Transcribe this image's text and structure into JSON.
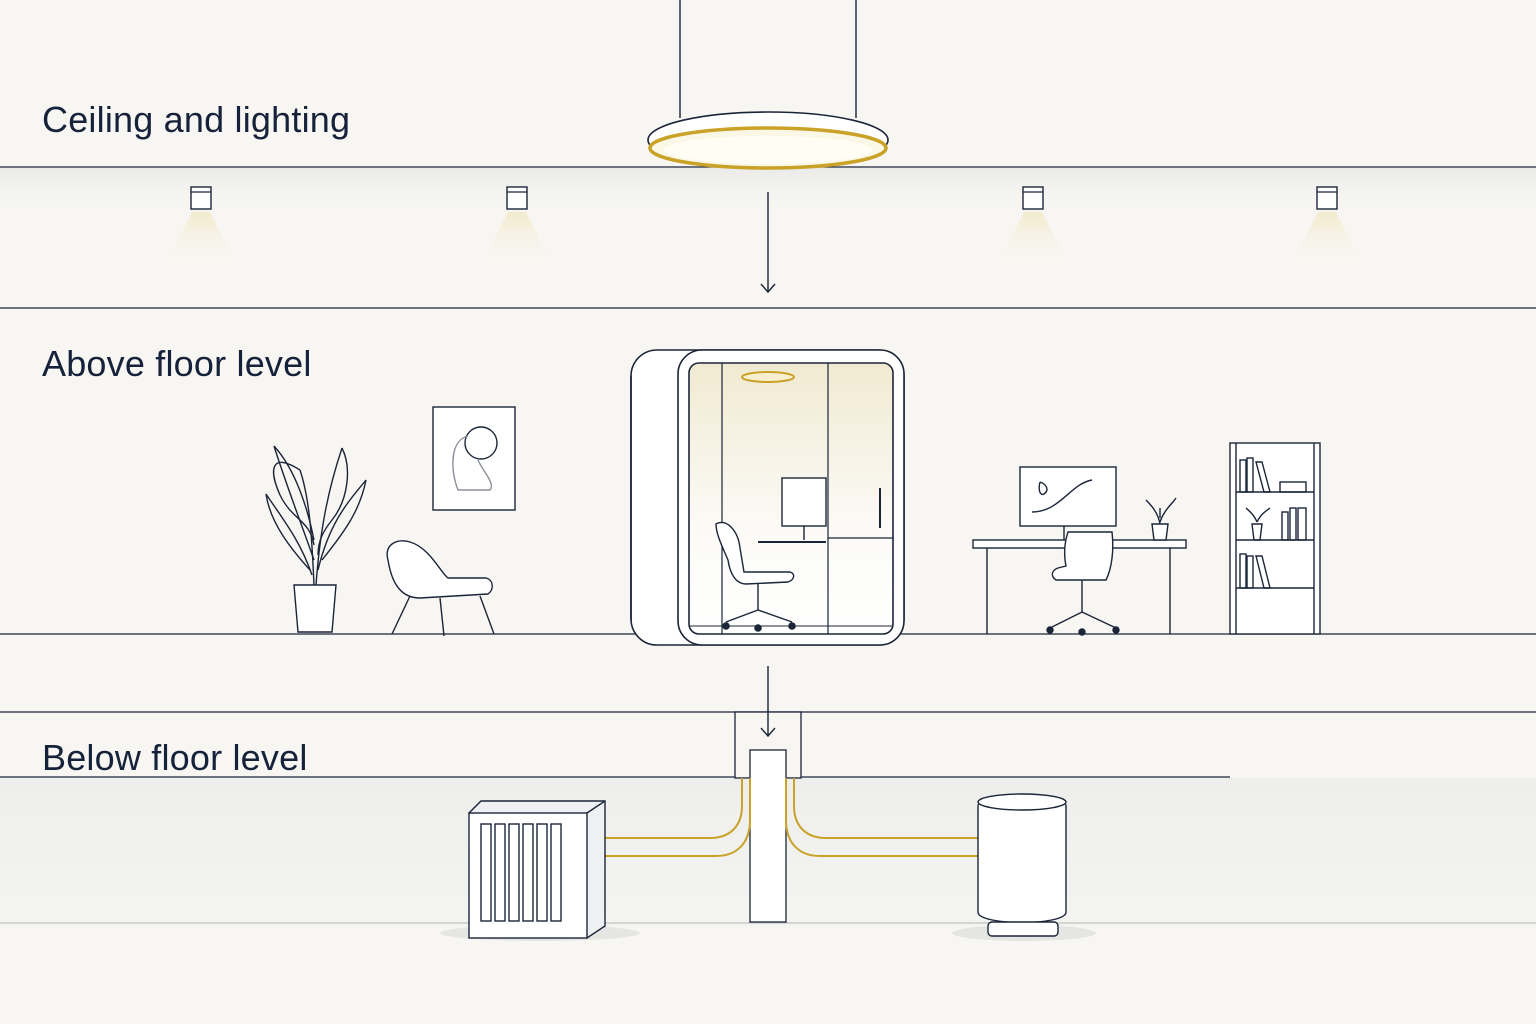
{
  "sections": {
    "ceiling": {
      "label": "Ceiling and lighting"
    },
    "above_floor": {
      "label": "Above floor level"
    },
    "below_floor": {
      "label": "Below floor level"
    }
  },
  "colors": {
    "background": "#f7f6f2",
    "line": "#1b2538",
    "accent_gold": "#c9a227",
    "soft_fill": "#ffffff"
  },
  "icons": [
    "pendant-ring-light-icon",
    "downlight-icon",
    "phone-booth-pod-icon",
    "potted-plant-icon",
    "framed-art-icon",
    "lounge-chair-icon",
    "desk-with-monitor-icon",
    "office-chair-icon",
    "bookshelf-icon",
    "ventilation-unit-icon",
    "air-purifier-icon",
    "service-shaft-icon",
    "gold-cable-icon"
  ]
}
